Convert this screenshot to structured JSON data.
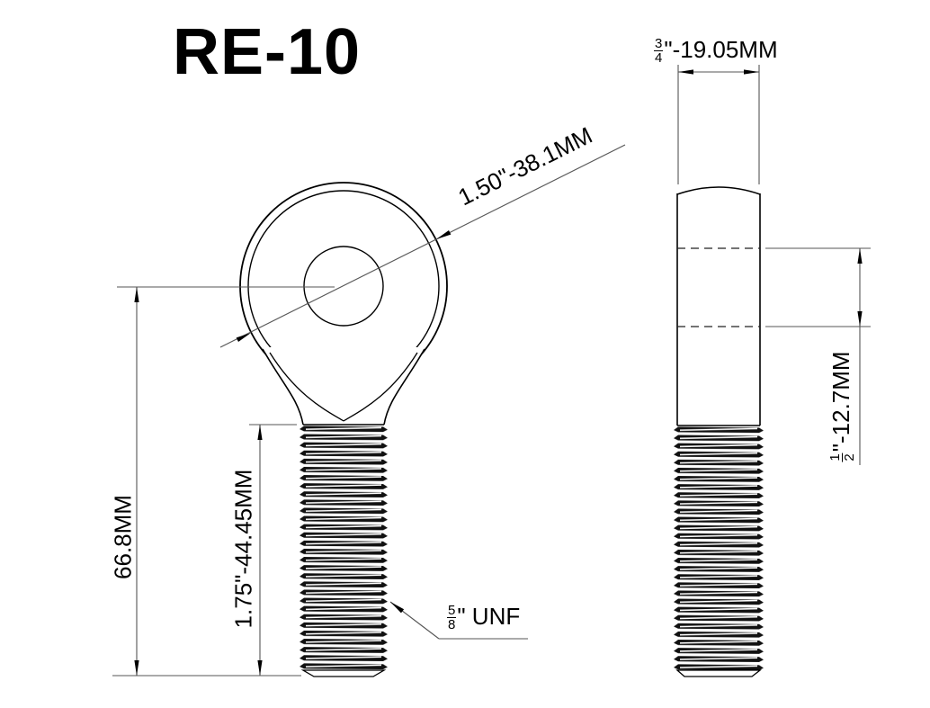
{
  "labels": {
    "title": "RE-10",
    "eye_diameter": "1.50\"-38.1MM",
    "overall_length": "66.8MM",
    "thread_length": "1.75\"-44.45MM",
    "thread_spec": {
      "num": "5",
      "den": "8",
      "suffix": "\" UNF"
    },
    "shank_width": {
      "num": "3",
      "den": "4",
      "suffix": "\"-19.05MM"
    },
    "hole_diameter": {
      "num": "1",
      "den": "2",
      "suffix": "\"-12.7MM"
    }
  },
  "colors": {
    "outline": "#000000",
    "dimension_lines": "#555555",
    "thread_fill": "#111111",
    "background": "#ffffff"
  }
}
